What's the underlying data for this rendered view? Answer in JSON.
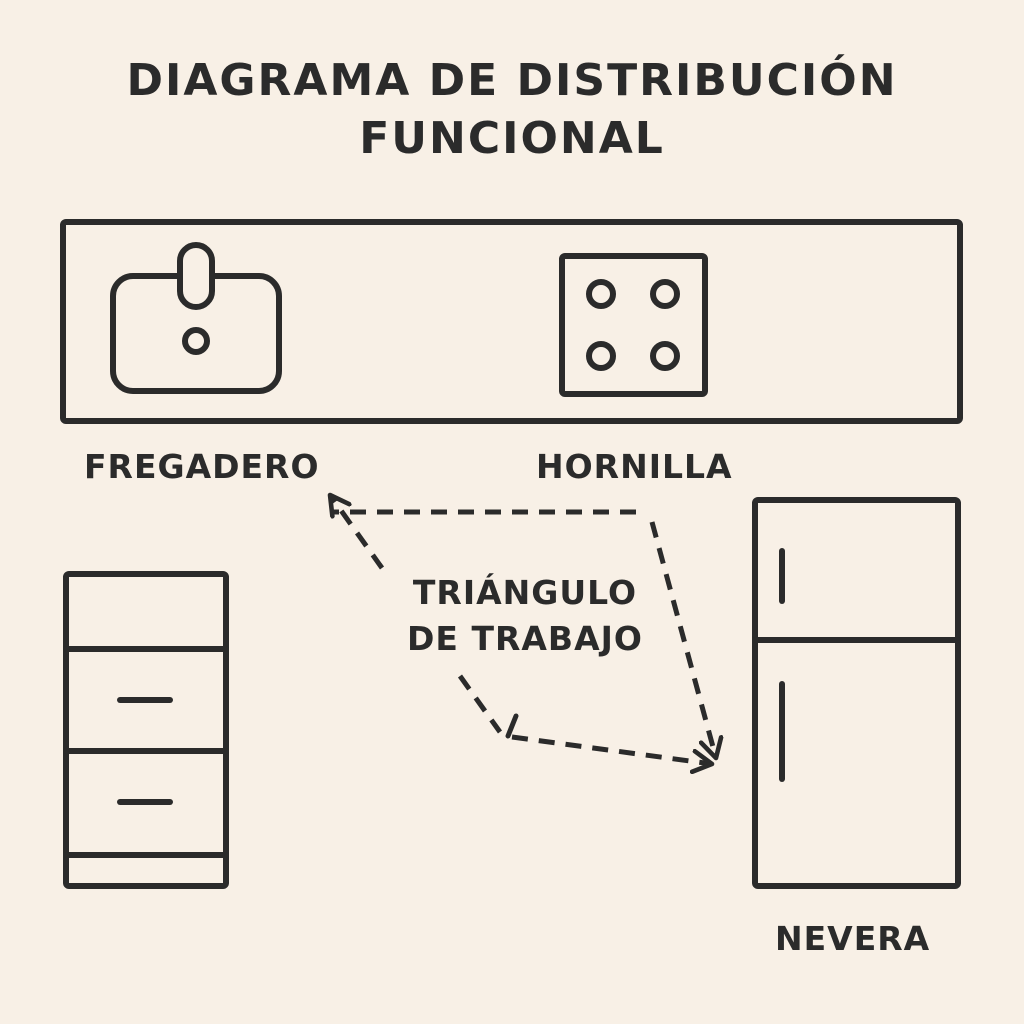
{
  "title": {
    "line1": "DIAGRAMA DE DISTRIBUCIÓN",
    "line2": "FUNCIONAL"
  },
  "labels": {
    "sink": "FREGADERO",
    "stove": "HORNILLA",
    "fridge": "NEVERA",
    "triangle_line1": "TRIÁNGULO",
    "triangle_line2": "DE TRABAJO"
  },
  "colors": {
    "background": "#f8f0e6",
    "stroke": "#2b2b2b"
  }
}
